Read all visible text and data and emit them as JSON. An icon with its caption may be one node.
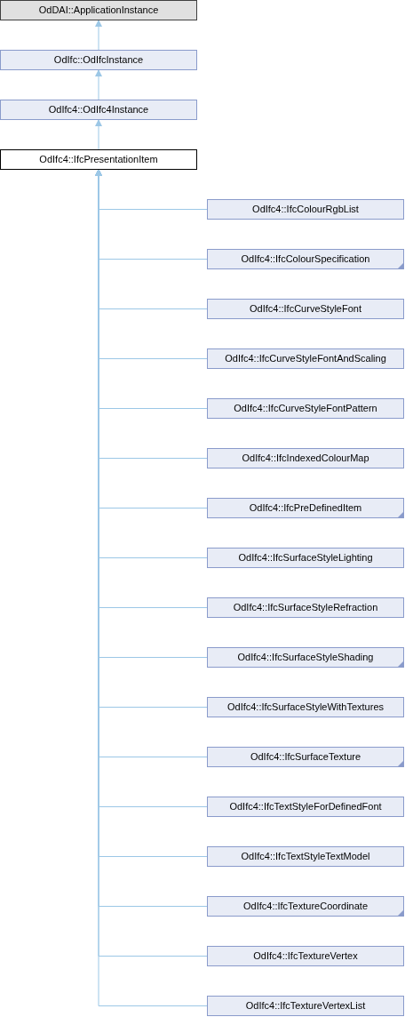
{
  "diagram": {
    "nodes": [
      {
        "text": [
          "OdDAI::ApplicationInstance"
        ]
      },
      {
        "text": [
          "OdIfc::OdIfcInstance"
        ]
      },
      {
        "text": [
          "OdIfc4::OdIfc4Instance"
        ]
      },
      {
        "text": [
          "OdIfc4::IfcPresentationItem"
        ]
      },
      {
        "text": [
          "OdIfc4::IfcColourRgbList"
        ]
      },
      {
        "text": [
          "OdIfc4::IfcColourSpecification"
        ]
      },
      {
        "text": [
          "OdIfc4::IfcCurveStyleFont"
        ]
      },
      {
        "text": [
          "OdIfc4::IfcCurveStyleFontAndScaling"
        ]
      },
      {
        "text": [
          "OdIfc4::IfcCurveStyleFontPattern"
        ]
      },
      {
        "text": [
          "OdIfc4::IfcIndexedColourMap"
        ]
      },
      {
        "text": [
          "OdIfc4::IfcPreDefinedItem"
        ]
      },
      {
        "text": [
          "OdIfc4::IfcSurfaceStyleLighting"
        ]
      },
      {
        "text": [
          "OdIfc4::IfcSurfaceStyleRefraction"
        ]
      },
      {
        "text": [
          "OdIfc4::IfcSurfaceStyleShading"
        ]
      },
      {
        "text": [
          "OdIfc4::IfcSurfaceStyleWithTextures"
        ]
      },
      {
        "text": [
          "OdIfc4::IfcSurfaceTexture"
        ]
      },
      {
        "text": [
          "OdIfc4::IfcTextStyleForDefinedFont"
        ]
      },
      {
        "text": [
          "OdIfc4::IfcTextStyleTextModel"
        ]
      },
      {
        "text": [
          "OdIfc4::IfcTextureCoordinate"
        ]
      },
      {
        "text": [
          "OdIfc4::IfcTextureVertex"
        ]
      },
      {
        "text": [
          "OdIfc4::IfcTextureVertexList"
        ]
      }
    ],
    "edges": [
      {
        "from": 1,
        "to": 0,
        "arrow": "to"
      },
      {
        "from": 2,
        "to": 1,
        "arrow": "to"
      },
      {
        "from": 3,
        "to": 2,
        "arrow": "to"
      },
      {
        "from": 4,
        "to": 3,
        "arrow": "to"
      },
      {
        "from": 5,
        "to": 3,
        "arrow": "to"
      },
      {
        "from": 6,
        "to": 3,
        "arrow": "to"
      },
      {
        "from": 7,
        "to": 3,
        "arrow": "to"
      },
      {
        "from": 8,
        "to": 3,
        "arrow": "to"
      },
      {
        "from": 9,
        "to": 3,
        "arrow": "to"
      },
      {
        "from": 10,
        "to": 3,
        "arrow": "to"
      },
      {
        "from": 11,
        "to": 3,
        "arrow": "to"
      },
      {
        "from": 12,
        "to": 3,
        "arrow": "to"
      },
      {
        "from": 13,
        "to": 3,
        "arrow": "to"
      },
      {
        "from": 14,
        "to": 3,
        "arrow": "to"
      },
      {
        "from": 15,
        "to": 3,
        "arrow": "to"
      },
      {
        "from": 16,
        "to": 3,
        "arrow": "to"
      },
      {
        "from": 17,
        "to": 3,
        "arrow": "to"
      },
      {
        "from": 18,
        "to": 3,
        "arrow": "to"
      },
      {
        "from": 19,
        "to": 3,
        "arrow": "to"
      },
      {
        "from": 20,
        "to": 3,
        "arrow": "to"
      }
    ]
  }
}
